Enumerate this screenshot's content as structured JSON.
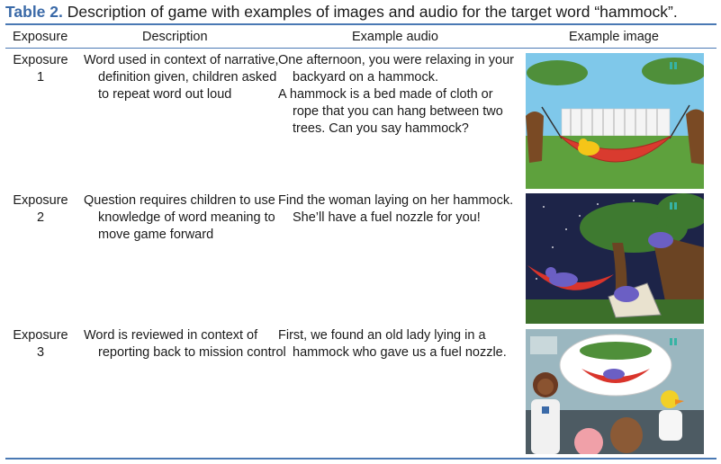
{
  "caption": {
    "label": "Table 2.",
    "text": "Description of game with examples of images and audio for the target word “hammock”."
  },
  "headers": {
    "exposure": "Exposure",
    "description": "Description",
    "audio": "Example audio",
    "image": "Example image"
  },
  "rows": [
    {
      "exposure": "Exposure",
      "number": "1",
      "description": "Word used in context of narrative, definition given, children asked to repeat word out loud",
      "audio": "One afternoon, you were relaxing in your backyard on a hammock.",
      "audio2": "A hammock is a bed made of cloth or rope that you can hang between two trees. Can you say hammock?",
      "image_scene": "backyard hammock scene"
    },
    {
      "exposure": "Exposure",
      "number": "2",
      "description": "Question requires children to use knowledge of word meaning to move game forward",
      "audio": "Find the woman laying on her hammock. She’ll have a fuel nozzle for you!",
      "image_scene": "night space hammock scene"
    },
    {
      "exposure": "Exposure",
      "number": "3",
      "description": "Word is reviewed in context of reporting back to mission control",
      "audio": "First, we found an old lady lying in a hammock who gave us a fuel nozzle.",
      "image_scene": "mission control review scene"
    }
  ],
  "colors": {
    "caption_label": "#3b6aa8",
    "rules": "#4a79b4"
  }
}
